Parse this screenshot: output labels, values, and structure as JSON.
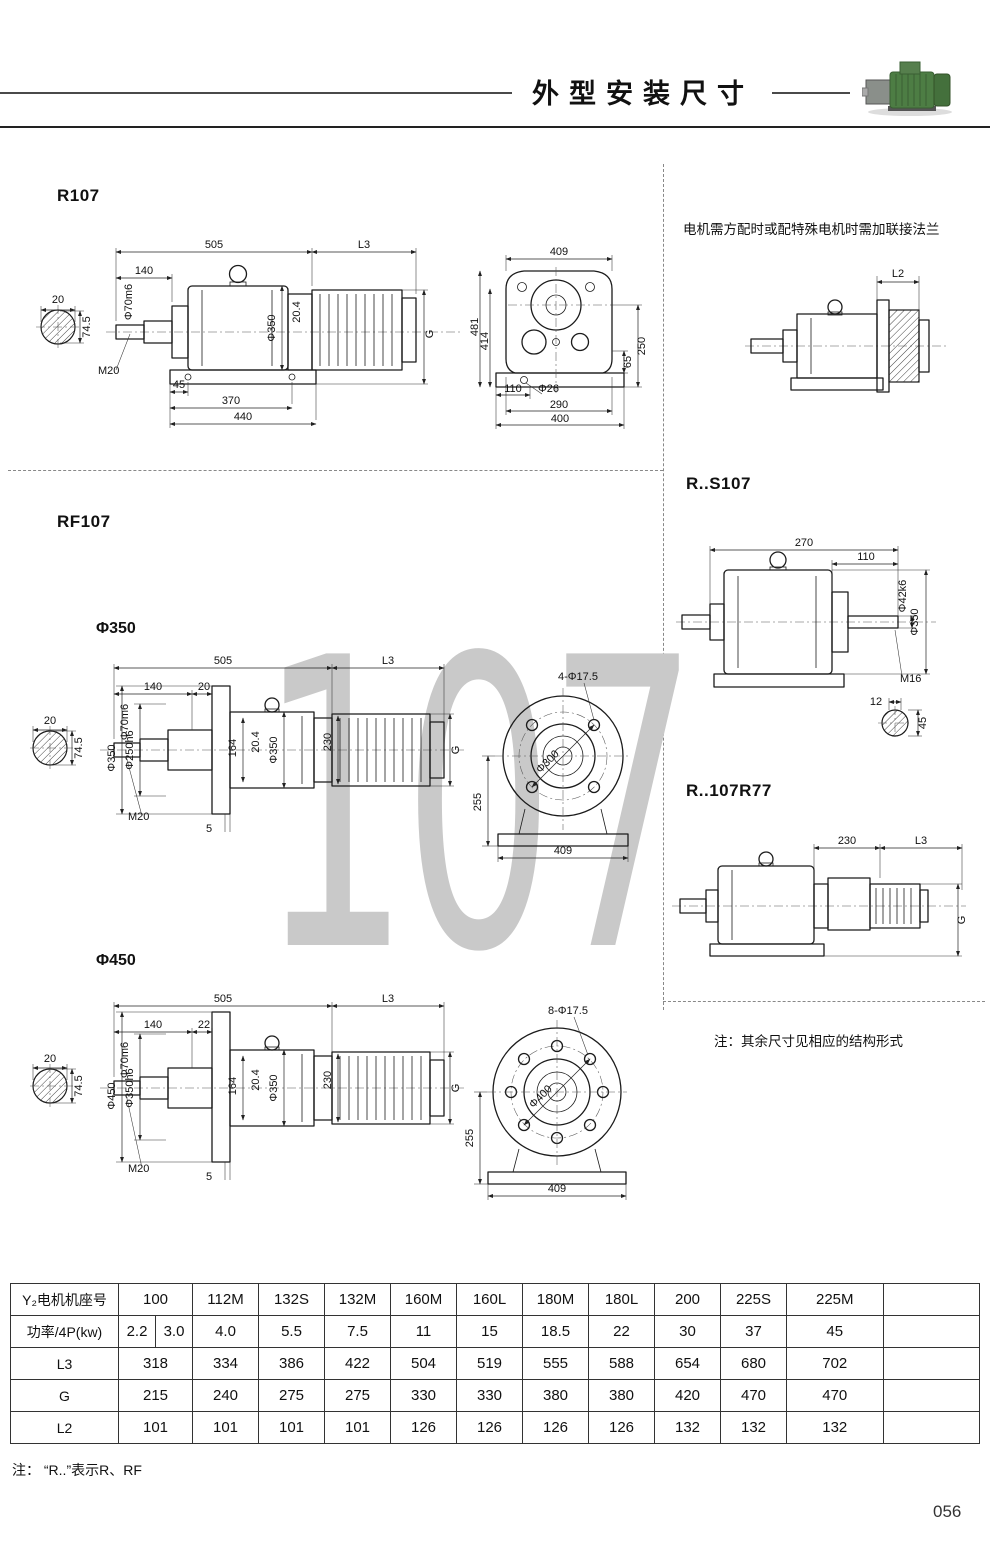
{
  "header": {
    "title": "外型安装尺寸"
  },
  "watermark": "107",
  "page_number": "056",
  "notes": {
    "flange": "电机需方配时或配特殊电机时需加联接法兰",
    "other_dims": "注：其余尺寸见相应的结构形式",
    "table_footnote": "注： “R..”表示R、RF"
  },
  "titles": {
    "r107": "R107",
    "rf107": "RF107",
    "rf350": "Φ350",
    "rf450": "Φ450",
    "rs107": "R..S107",
    "r107r77": "R..107R77"
  },
  "r107_side": {
    "w505": "505",
    "L3": "L3",
    "w140": "140",
    "shaft": "Φ70m6",
    "end20": "20",
    "end74": "74.5",
    "M20": "M20",
    "w45": "45",
    "w370": "370",
    "w440": "440",
    "h204": "20.4",
    "d350": "Φ350",
    "G": "G"
  },
  "r107_front": {
    "w409": "409",
    "h481": "481",
    "h414": "414",
    "w110": "110",
    "d26": "Φ26",
    "w290": "290",
    "w400": "400",
    "h65": "65",
    "h250": "250"
  },
  "adapter": {
    "L2": "L2"
  },
  "rs107": {
    "w270": "270",
    "w110": "110",
    "d42": "Φ42k6",
    "d350": "Φ350",
    "M16": "M16",
    "w12": "12",
    "h45": "45"
  },
  "rf350_side": {
    "w505": "505",
    "L3": "L3",
    "w140": "140",
    "w20": "20",
    "shaft": "Φ70m6",
    "end20": "20",
    "end74": "74.5",
    "dA": "Φ350",
    "dB": "Φ250h6",
    "h164": "164",
    "h204": "20.4",
    "d350": "Φ350",
    "h230": "230",
    "G": "G",
    "M20": "M20",
    "w5": "5"
  },
  "rf350_front": {
    "holes": "4-Φ17.5",
    "bc": "Φ300",
    "h255": "255",
    "w409": "409"
  },
  "rf450_side": {
    "w505": "505",
    "L3": "L3",
    "w140": "140",
    "w22": "22",
    "shaft": "Φ70m6",
    "end20": "20",
    "end74": "74.5",
    "dA": "Φ450",
    "dB": "Φ350h6",
    "h164": "164",
    "h204": "20.4",
    "d350": "Φ350",
    "h230": "230",
    "G": "G",
    "M20": "M20",
    "w5": "5"
  },
  "rf450_front": {
    "holes": "8-Φ17.5",
    "bc": "Φ400",
    "h255": "255",
    "w409": "409"
  },
  "r107r77": {
    "w230": "230",
    "L3": "L3",
    "G": "G"
  },
  "colors": {
    "motor_green": "#4d7d44"
  },
  "table": {
    "rows": [
      {
        "label": "Y₂电机机座号",
        "cells": [
          "100",
          "112M",
          "132S",
          "132M",
          "160M",
          "160L",
          "180M",
          "180L",
          "200",
          "225S",
          "225M"
        ]
      },
      {
        "label": "功率/4P(kw)",
        "cells": [
          "2.2",
          "3.0",
          "4.0",
          "5.5",
          "7.5",
          "11",
          "15",
          "18.5",
          "22",
          "30",
          "37",
          "45"
        ]
      },
      {
        "label": "L3",
        "cells": [
          "318",
          "334",
          "386",
          "422",
          "504",
          "519",
          "555",
          "588",
          "654",
          "680",
          "702"
        ]
      },
      {
        "label": "G",
        "cells": [
          "215",
          "240",
          "275",
          "275",
          "330",
          "330",
          "380",
          "380",
          "420",
          "470",
          "470"
        ]
      },
      {
        "label": "L2",
        "cells": [
          "101",
          "101",
          "101",
          "101",
          "126",
          "126",
          "126",
          "126",
          "132",
          "132",
          "132"
        ]
      }
    ]
  }
}
